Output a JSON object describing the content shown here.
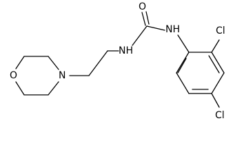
{
  "atoms": {
    "carbonyl_oxygen": "O",
    "urea_nh_aryl": "NH",
    "urea_nh_ethyl": "NH",
    "morpholine_nitrogen": "N",
    "morpholine_oxygen": "O",
    "chloro_ortho": "Cl",
    "chloro_para": "Cl"
  }
}
